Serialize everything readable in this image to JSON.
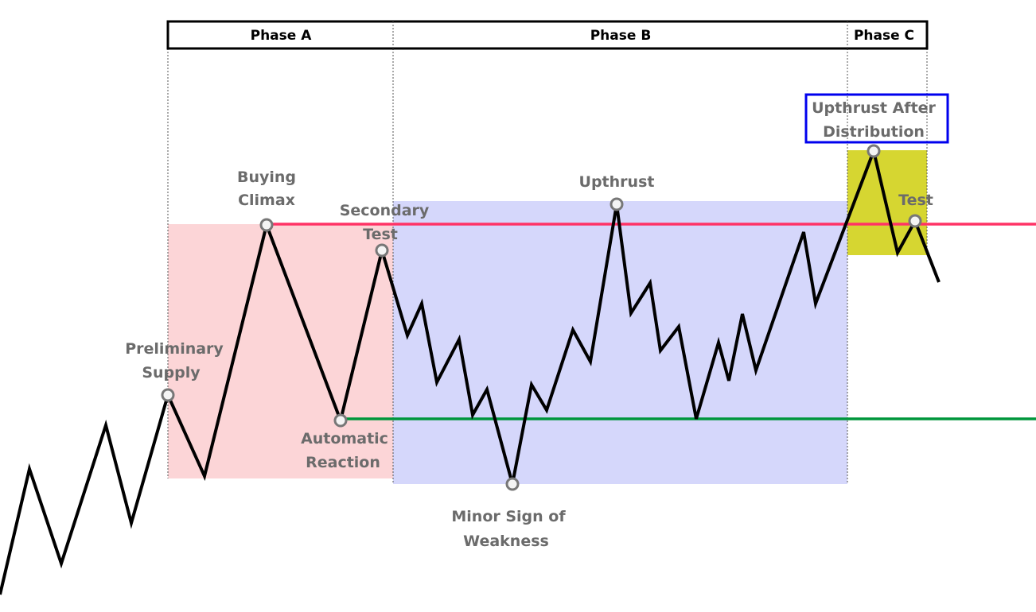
{
  "phases": [
    {
      "label": "Phase A"
    },
    {
      "label": "Phase B"
    },
    {
      "label": "Phase C"
    }
  ],
  "events": {
    "preliminary_supply": [
      "Preliminary",
      "Supply"
    ],
    "buying_climax": [
      "Buying",
      "Climax"
    ],
    "automatic_reaction": [
      "Automatic",
      "Reaction"
    ],
    "secondary_test": [
      "Secondary",
      "Test"
    ],
    "minor_sow": [
      "Minor Sign of",
      "Weakness"
    ],
    "upthrust": [
      "Upthrust"
    ],
    "utad": [
      "Upthrust After",
      "Distribution"
    ],
    "test": [
      "Test"
    ]
  },
  "colors": {
    "phase_a_zone": "#fcd5d7",
    "phase_b_zone": "#d5d7fb",
    "phase_c_zone": "#d6d631",
    "resistance": "#ff3366",
    "support": "#00963c",
    "highlight_box": "#0000ee",
    "price": "#000000",
    "label": "#6b6b6b"
  }
}
